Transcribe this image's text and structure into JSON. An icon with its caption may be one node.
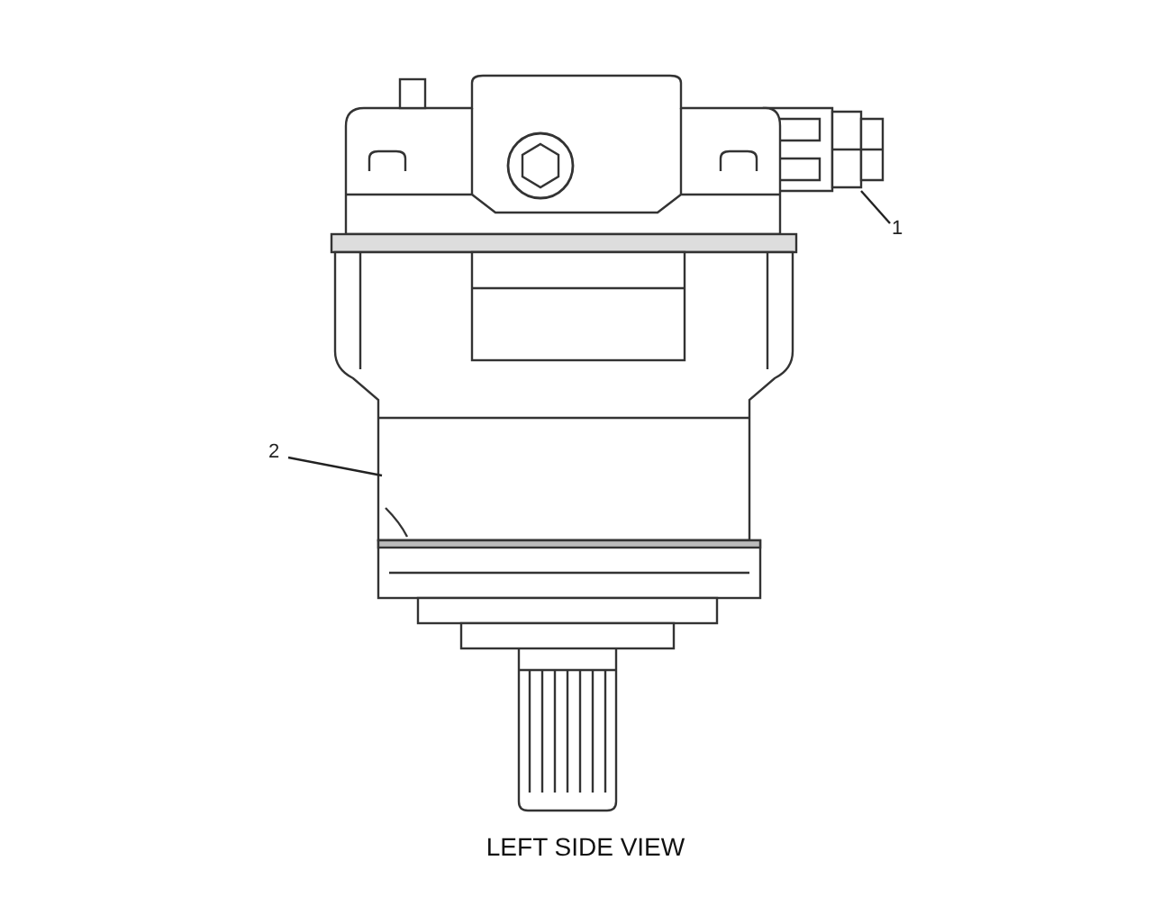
{
  "diagram": {
    "caption": "LEFT SIDE VIEW",
    "nodes": [
      {
        "text": [
          "1"
        ]
      },
      {
        "text": [],
        "shape": "picture"
      },
      {
        "text": [
          "2"
        ]
      },
      {
        "text": [],
        "shape": "picture"
      }
    ],
    "edges": [
      {
        "from": 0,
        "to": 1,
        "arrow": "none"
      },
      {
        "from": 2,
        "to": 3,
        "arrow": "none"
      }
    ]
  }
}
